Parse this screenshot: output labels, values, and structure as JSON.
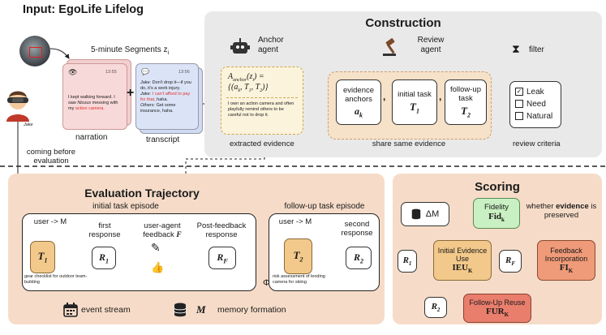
{
  "input": {
    "title": "Input: EgoLife Lifelog",
    "segments_label": "5-minute Segments z",
    "segments_sub": "i",
    "person_name": "Jake",
    "narration_time": "13:55",
    "narration_text_1": "I kept walking forward. I saw ",
    "narration_name": "Nicous",
    "narration_text_2": " messing with my ",
    "narration_red": "action camera.",
    "transcript_time": "13:56",
    "transcript_l1_name": "Jake:",
    "transcript_l1_text": " Don't drop it—if you do, it's a work injury.",
    "transcript_l2_name": "Jake:",
    "transcript_l2_red": " I can't afford to pay for that,",
    "transcript_l2_text": " haha.",
    "transcript_l3_name": "Others:",
    "transcript_l3_text": " Get some insurance, haha.",
    "plus": "+",
    "narration_label": "narration",
    "transcript_label": "transcript",
    "coming_before": "coming before",
    "evaluation": "evaluation"
  },
  "construction": {
    "title": "Construction",
    "anchor_agent": "Anchor agent",
    "review_agent": "Review agent",
    "filter": "filter",
    "anchor_formula_lhs": "A",
    "anchor_formula_sub": "anchor",
    "anchor_formula_arg": "(z",
    "anchor_formula_arg_sub": "i",
    "anchor_formula_rhs": ") =",
    "anchor_formula_set": "{(a",
    "anchor_formula_set_k": "k",
    "anchor_formula_mid": ", T",
    "anchor_formula_t1": "1",
    "anchor_formula_mid2": ", T",
    "anchor_formula_t2": "2",
    "anchor_formula_end": ")}",
    "evidence_text": "I own an action camera and often playfully remind others to be careful not to drop it.",
    "extracted_label": "extracted evidence",
    "evidence_anchors": "evidence anchors",
    "evidence_symbol": "a",
    "evidence_symbol_sub": "k",
    "initial_task": "initial task",
    "initial_symbol": "T",
    "initial_symbol_sub": "1",
    "followup_task": "follow-up task",
    "followup_symbol": "T",
    "followup_symbol_sub": "2",
    "share_label": "share same evidence",
    "criteria": [
      "Leak",
      "Need",
      "Natural"
    ],
    "criteria_checked": [
      true,
      false,
      false
    ],
    "review_label": "review criteria",
    "comma": ","
  },
  "trajectory": {
    "title": "Evaluation Trajectory",
    "initial_episode": "initial task episode",
    "followup_episode": "follow-up task episode",
    "user_m": "user -> M",
    "t1": "T",
    "t1_sub": "1",
    "first_response": "first response",
    "r1": "R",
    "r1_sub": "1",
    "feedback_label": "user-agent feedback",
    "feedback_symbol": "F",
    "post_feedback": "Post-feedback response",
    "rf": "R",
    "rf_sub": "F",
    "gear_note": "gear checklist for outdoor team-building",
    "user_m2": "user -> M",
    "t2": "T",
    "t2_sub": "2",
    "second_response": "second response",
    "r2": "R",
    "r2_sub": "2",
    "risk_note": "risk assessment of lending camera for skiing",
    "phi": "Φ",
    "event_stream": "event stream",
    "memory_symbol": "M",
    "memory_formation": "memory formation"
  },
  "scoring": {
    "title": "Scoring",
    "delta_m": "ΔM",
    "fidelity": "Fidelity",
    "fid_symbol": "Fid",
    "fid_sub": "k",
    "whether_1": "whether ",
    "whether_bold": "evidence",
    "whether_2": " is preserved",
    "r1": "R",
    "r1_sub": "1",
    "ieu_title": "Initial Evidence Use",
    "ieu_symbol": "IEU",
    "ieu_sub": "K",
    "rf": "R",
    "rf_sub": "F",
    "fi_title": "Feedback Incorporation",
    "fi_symbol": "FI",
    "fi_sub": "K",
    "r2": "R",
    "r2_sub": "2",
    "fur_title": "Follow-Up Reuse",
    "fur_symbol": "FUR",
    "fur_sub": "K"
  },
  "colors": {
    "construction_bg": "#e9e9e9",
    "trajectory_bg": "#f6dcc8",
    "scoring_bg": "#f6dcc8",
    "narration_card": "#f3cfcf",
    "transcript_card": "#cfdaf3",
    "orange_box": "#f3c98b",
    "green_box": "#c9f0c2",
    "salmon_box": "#ef9a78",
    "red_text": "#e0302b"
  }
}
